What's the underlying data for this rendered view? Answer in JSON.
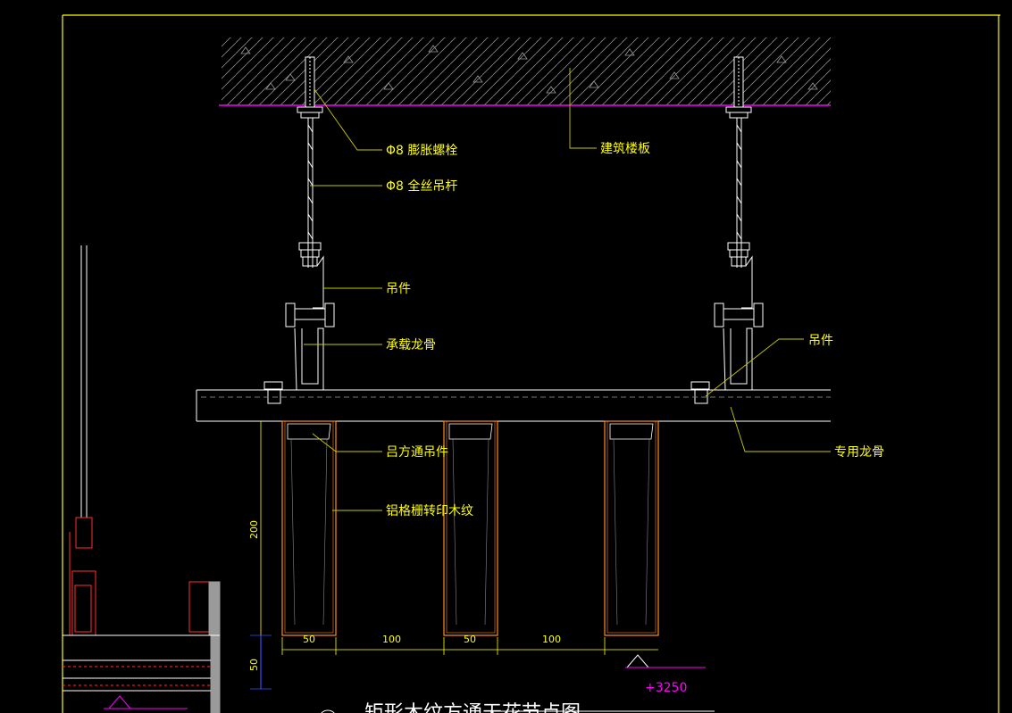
{
  "colors": {
    "background": "#000000",
    "frame": "#ffff00",
    "slab_line": "#ff00ff",
    "hatch": "#9a9a9a",
    "label": "#ffff00",
    "leader": "#c8c800",
    "hardware": "#ffffff",
    "grille": "#ff8a1e",
    "dimension": "#ffff00",
    "elevation": "#ff00ff",
    "wall_detail": "#ff3030"
  },
  "labels": {
    "expansion_bolt": "Φ8 膨胀螺栓",
    "threaded_rod": "Φ8 全丝吊杆",
    "hanger_left": "吊件",
    "main_runner": "承载龙骨",
    "building_slab": "建筑楼板",
    "hanger_right": "吊件",
    "square_tube_hanger": "吕方通吊件",
    "aluminum_grille": "铝格栅转印木纹",
    "special_keel": "专用龙骨"
  },
  "dimensions": {
    "grille_height": "200",
    "base_height": "50",
    "width_1": "50",
    "gap_1": "100",
    "width_2": "50",
    "gap_2": "100"
  },
  "elevation": {
    "value": "+3250"
  },
  "title": {
    "text": "矩形木纹方通天花节点图"
  }
}
